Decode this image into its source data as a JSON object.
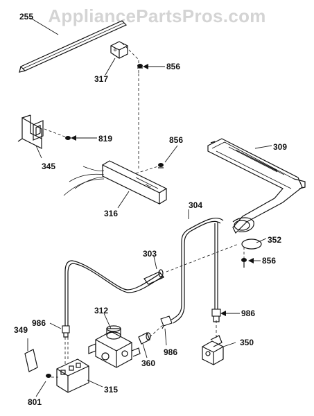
{
  "watermark": "AppliancePartsPros.com",
  "labels": {
    "l255": "255",
    "l317": "317",
    "l856a": "856",
    "l345": "345",
    "l819": "819",
    "l856b": "856",
    "l316": "316",
    "l309": "309",
    "l304": "304",
    "l352": "352",
    "l856c": "856",
    "l303": "303",
    "l312": "312",
    "l986a": "986",
    "l986b": "986",
    "l986c": "986",
    "l349": "349",
    "l350": "350",
    "l360": "360",
    "l315": "315",
    "l801": "801"
  }
}
